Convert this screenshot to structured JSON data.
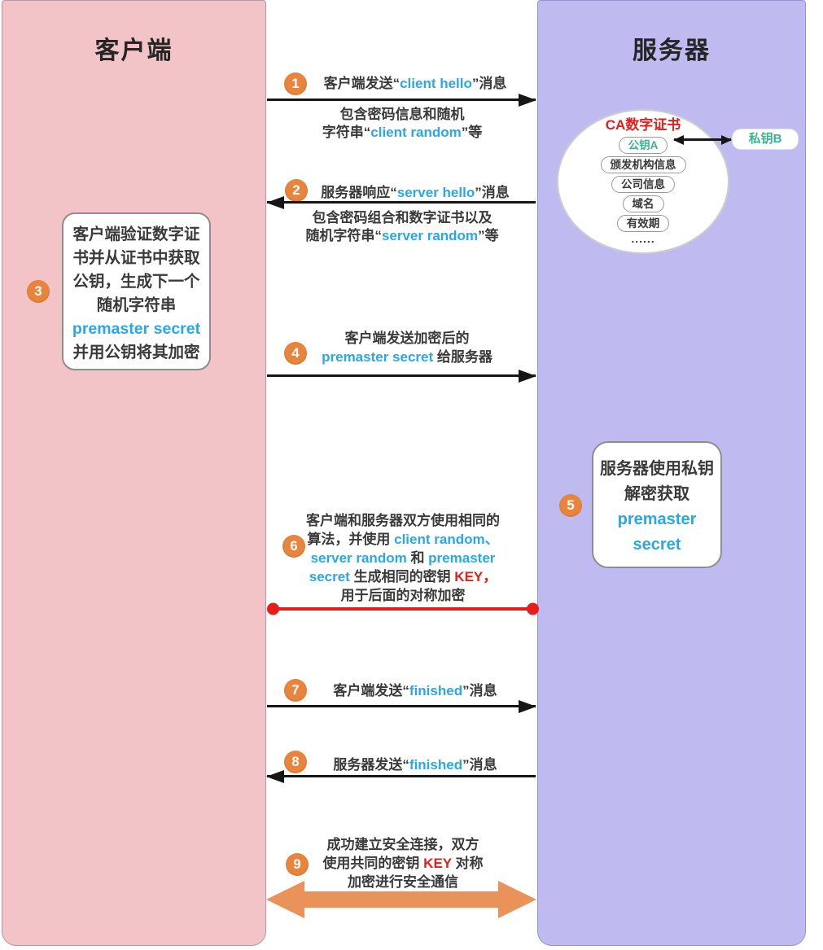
{
  "colors": {
    "dark": "#3a3a3a",
    "blue": "#2aa7e6",
    "red": "#e71d19",
    "teal": "#3ab391",
    "badge_orange": "#e8843c",
    "channel_orange": "#e9935a",
    "client_pink": "#f2c3c7",
    "server_purple": "#bfbbf0"
  },
  "client": {
    "title": "客户端"
  },
  "server": {
    "title": "服务器"
  },
  "cert": {
    "title": "CA数字证书",
    "items": [
      "公钥A",
      "颁发机构信息",
      "公司信息",
      "域名",
      "有效期"
    ],
    "dots": "......",
    "private_key": "私钥B"
  },
  "steps": {
    "s1": {
      "num": "1",
      "title": [
        {
          "t": "客户端发送“"
        },
        {
          "t": "client hello",
          "c": "blue"
        },
        {
          "t": "”消息"
        }
      ],
      "sub": [
        [
          {
            "t": "包含密码信息和随机"
          }
        ],
        [
          {
            "t": "字符串“"
          },
          {
            "t": "client random",
            "c": "blue"
          },
          {
            "t": "”等"
          }
        ]
      ]
    },
    "s2": {
      "num": "2",
      "title": [
        {
          "t": "服务器响应“"
        },
        {
          "t": "server hello",
          "c": "blue"
        },
        {
          "t": "”消息"
        }
      ],
      "sub": [
        [
          {
            "t": "包含密码组合和数字证书以及"
          }
        ],
        [
          {
            "t": "随机字符串“"
          },
          {
            "t": "server random",
            "c": "blue"
          },
          {
            "t": "”等"
          }
        ]
      ]
    },
    "s3": {
      "num": "3",
      "lines": [
        [
          {
            "t": "客户端验证数字证"
          }
        ],
        [
          {
            "t": "书并从证书中获取"
          }
        ],
        [
          {
            "t": "公钥，生成下一个"
          }
        ],
        [
          {
            "t": "随机字符串"
          }
        ],
        [
          {
            "t": "premaster secret",
            "c": "blue"
          }
        ],
        [
          {
            "t": "并用公钥将其加密"
          }
        ]
      ]
    },
    "s4": {
      "num": "4",
      "lines": [
        [
          {
            "t": "客户端发送加密后的"
          }
        ],
        [
          {
            "t": "premaster secret",
            "c": "blue"
          },
          {
            "t": " 给服务器"
          }
        ]
      ]
    },
    "s5": {
      "num": "5",
      "lines": [
        [
          {
            "t": "服务器使用私钥"
          }
        ],
        [
          {
            "t": "解密获取"
          }
        ],
        [
          {
            "t": "premaster",
            "c": "blue"
          }
        ],
        [
          {
            "t": "secret",
            "c": "blue"
          }
        ]
      ]
    },
    "s6": {
      "num": "6",
      "lines": [
        [
          {
            "t": "客户端和服务器双方使用相同的"
          }
        ],
        [
          {
            "t": "算法，并使用 "
          },
          {
            "t": "client random、",
            "c": "blue"
          }
        ],
        [
          {
            "t": "server random",
            "c": "blue"
          },
          {
            "t": " 和 "
          },
          {
            "t": "premaster",
            "c": "blue"
          }
        ],
        [
          {
            "t": "secret",
            "c": "blue"
          },
          {
            "t": " 生成相同的密钥 "
          },
          {
            "t": "KEY，",
            "c": "red"
          }
        ],
        [
          {
            "t": "用于后面的对称加密"
          }
        ]
      ]
    },
    "s7": {
      "num": "7",
      "title": [
        {
          "t": "客户端发送“"
        },
        {
          "t": "finished",
          "c": "blue"
        },
        {
          "t": "”消息"
        }
      ]
    },
    "s8": {
      "num": "8",
      "title": [
        {
          "t": "服务器发送“"
        },
        {
          "t": "finished",
          "c": "blue"
        },
        {
          "t": "”消息"
        }
      ]
    },
    "s9": {
      "num": "9",
      "lines": [
        [
          {
            "t": "成功建立安全连接，双方"
          }
        ],
        [
          {
            "t": "使用共同的密钥 "
          },
          {
            "t": "KEY",
            "c": "red"
          },
          {
            "t": " 对称"
          }
        ],
        [
          {
            "t": "加密进行安全通信"
          }
        ]
      ]
    }
  }
}
